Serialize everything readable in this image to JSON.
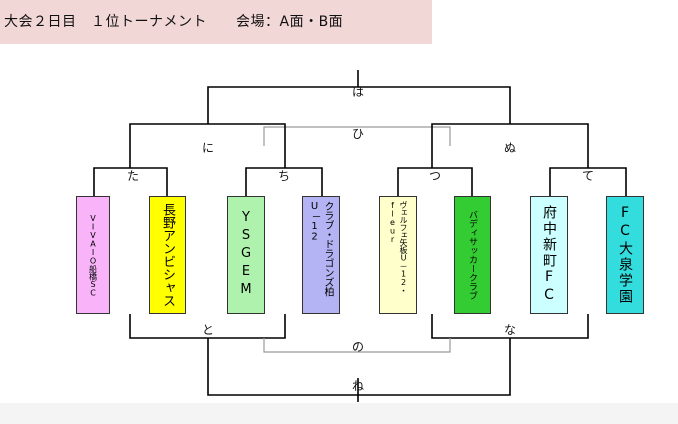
{
  "header": {
    "title": "大会２日目　１位トーナメント　　会場：A面・B面"
  },
  "matches": {
    "final_top": "は",
    "third_place_top": "ひ",
    "semi_left": "に",
    "semi_right": "ぬ",
    "r1_a": "た",
    "r1_b": "ち",
    "r1_c": "つ",
    "r1_d": "て",
    "lower_left": "と",
    "lower_right": "な",
    "lower_mid": "の",
    "lower_final": "ね"
  },
  "teams": [
    {
      "name": "VIVAIO船橋SC",
      "color": "#f9b4f9"
    },
    {
      "name": "長野アンビシャス",
      "color": "#ffff00"
    },
    {
      "name": "YSGEM",
      "color": "#aef2ae"
    },
    {
      "name": "クラブ・ドラゴンズ柏　U－12",
      "color": "#b4b4f4"
    },
    {
      "name": "ヴェルフェ矢板U－12・fleur",
      "color": "#ffffcc"
    },
    {
      "name": "バディサッカークラブ",
      "color": "#33cc33"
    },
    {
      "name": "府中新町FC",
      "color": "#ccffff"
    },
    {
      "name": "FC大泉学園",
      "color": "#33dddd"
    }
  ]
}
